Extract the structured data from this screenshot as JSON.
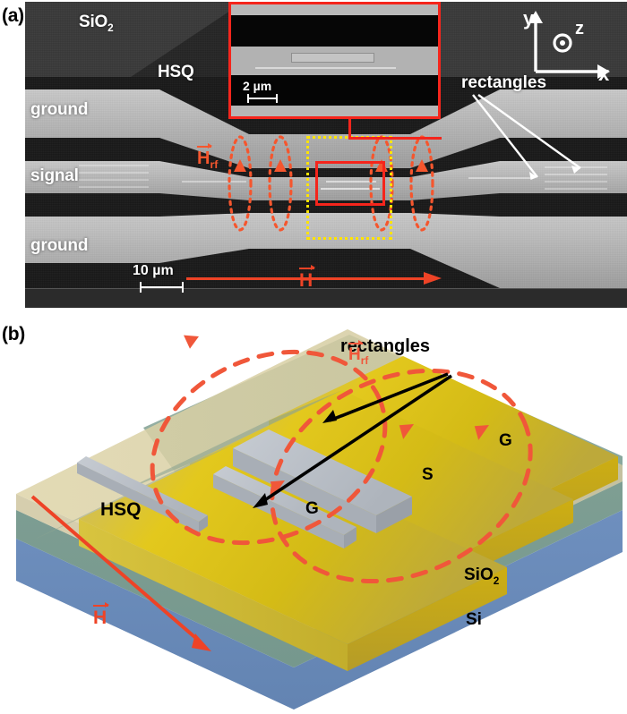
{
  "figure": {
    "panels": [
      {
        "id": "a",
        "label": "(a)",
        "type": "sem-micrograph"
      },
      {
        "id": "b",
        "label": "(b)",
        "type": "3d-schematic"
      }
    ]
  },
  "panel_a": {
    "label": "(a)",
    "materials": {
      "sio2": "SiO",
      "sio2_sub": "2",
      "hsq": "HSQ"
    },
    "cpw": {
      "ground_top": "ground",
      "signal": "signal",
      "ground_bottom": "ground"
    },
    "axes": {
      "x": "x",
      "y": "y",
      "z": "z",
      "z_icon": "circle-dot-out-of-plane-icon"
    },
    "annotations": {
      "rectangles": "rectangles",
      "h_rf": "H",
      "h_rf_sub": "rf",
      "h_field": "H"
    },
    "scale_bar": {
      "value": "10 µm"
    },
    "inset": {
      "border_color": "#f5251c",
      "scale_bar": "2 µm"
    },
    "boxes": {
      "red_solid_color": "#f5251c",
      "yellow_dotted_color": "#ffe400"
    }
  },
  "panel_b": {
    "label": "(b)",
    "layers": {
      "hsq": "HSQ",
      "sio2": "SiO",
      "sio2_sub": "2",
      "si": "Si"
    },
    "electrodes": {
      "ground_top": "G",
      "signal": "S",
      "ground_bottom": "G"
    },
    "annotations": {
      "rectangles": "rectangles",
      "h_rf": "H",
      "h_rf_sub": "rf",
      "h_field": "H"
    },
    "colors": {
      "gold": "#e3c21d",
      "hsq": "#d9cfa4",
      "sio2": "#7f9f94",
      "si": "#6789b8",
      "rectangle_gray": "#b7bcc4",
      "field_red": "#f0573a"
    }
  }
}
